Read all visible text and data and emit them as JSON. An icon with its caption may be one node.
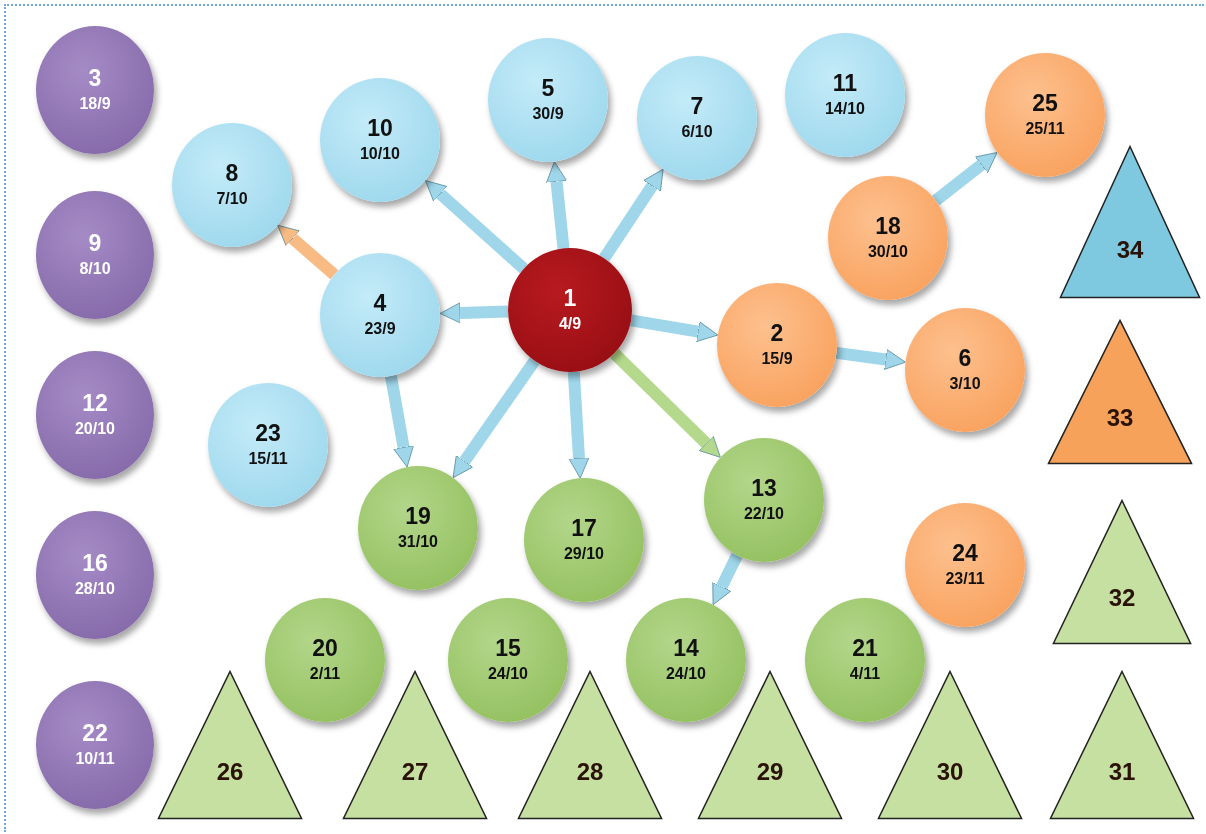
{
  "diagram": {
    "nodes": [
      {
        "text": [
          "3",
          "18/9"
        ]
      },
      {
        "text": [
          "9",
          "8/10"
        ]
      },
      {
        "text": [
          "12",
          "20/10"
        ]
      },
      {
        "text": [
          "16",
          "28/10"
        ]
      },
      {
        "text": [
          "22",
          "10/11"
        ]
      },
      {
        "text": [
          "8",
          "7/10"
        ]
      },
      {
        "text": [
          "10",
          "10/10"
        ]
      },
      {
        "text": [
          "5",
          "30/9"
        ]
      },
      {
        "text": [
          "7",
          "6/10"
        ]
      },
      {
        "text": [
          "11",
          "14/10"
        ]
      },
      {
        "text": [
          "25",
          "25/11"
        ]
      },
      {
        "text": [
          "18",
          "30/10"
        ]
      },
      {
        "text": [
          "34"
        ]
      },
      {
        "text": [
          "4",
          "23/9"
        ]
      },
      {
        "text": [
          "1",
          "4/9"
        ]
      },
      {
        "text": [
          "2",
          "15/9"
        ]
      },
      {
        "text": [
          "6",
          "3/10"
        ]
      },
      {
        "text": [
          "33"
        ]
      },
      {
        "text": [
          "23",
          "15/11"
        ]
      },
      {
        "text": [
          "19",
          "31/10"
        ]
      },
      {
        "text": [
          "17",
          "29/10"
        ]
      },
      {
        "text": [
          "13",
          "22/10"
        ]
      },
      {
        "text": [
          "24",
          "23/11"
        ]
      },
      {
        "text": [
          "32"
        ]
      },
      {
        "text": [
          "20",
          "2/11"
        ]
      },
      {
        "text": [
          "15",
          "24/10"
        ]
      },
      {
        "text": [
          "14",
          "24/10"
        ]
      },
      {
        "text": [
          "21",
          "4/11"
        ]
      },
      {
        "text": [
          "26"
        ]
      },
      {
        "text": [
          "27"
        ]
      },
      {
        "text": [
          "28"
        ]
      },
      {
        "text": [
          "29"
        ]
      },
      {
        "text": [
          "30"
        ]
      },
      {
        "text": [
          "31"
        ]
      }
    ],
    "edges": [
      {
        "from": 14,
        "to": 13,
        "arrow": "to"
      },
      {
        "from": 14,
        "to": 6,
        "arrow": "to"
      },
      {
        "from": 14,
        "to": 7,
        "arrow": "to"
      },
      {
        "from": 14,
        "to": 8,
        "arrow": "to"
      },
      {
        "from": 14,
        "to": 15,
        "arrow": "to"
      },
      {
        "from": 14,
        "to": 19,
        "arrow": "to"
      },
      {
        "from": 14,
        "to": 20,
        "arrow": "to"
      },
      {
        "from": 14,
        "to": 21,
        "arrow": "to",
        "color": "#b4d98c"
      },
      {
        "from": 13,
        "to": 5,
        "arrow": "to",
        "color": "#f9bb84"
      },
      {
        "from": 13,
        "to": 19,
        "arrow": "to"
      },
      {
        "from": 15,
        "to": 16,
        "arrow": "to"
      },
      {
        "from": 11,
        "to": 10,
        "arrow": "to"
      },
      {
        "from": 21,
        "to": 26,
        "arrow": "to"
      }
    ]
  }
}
